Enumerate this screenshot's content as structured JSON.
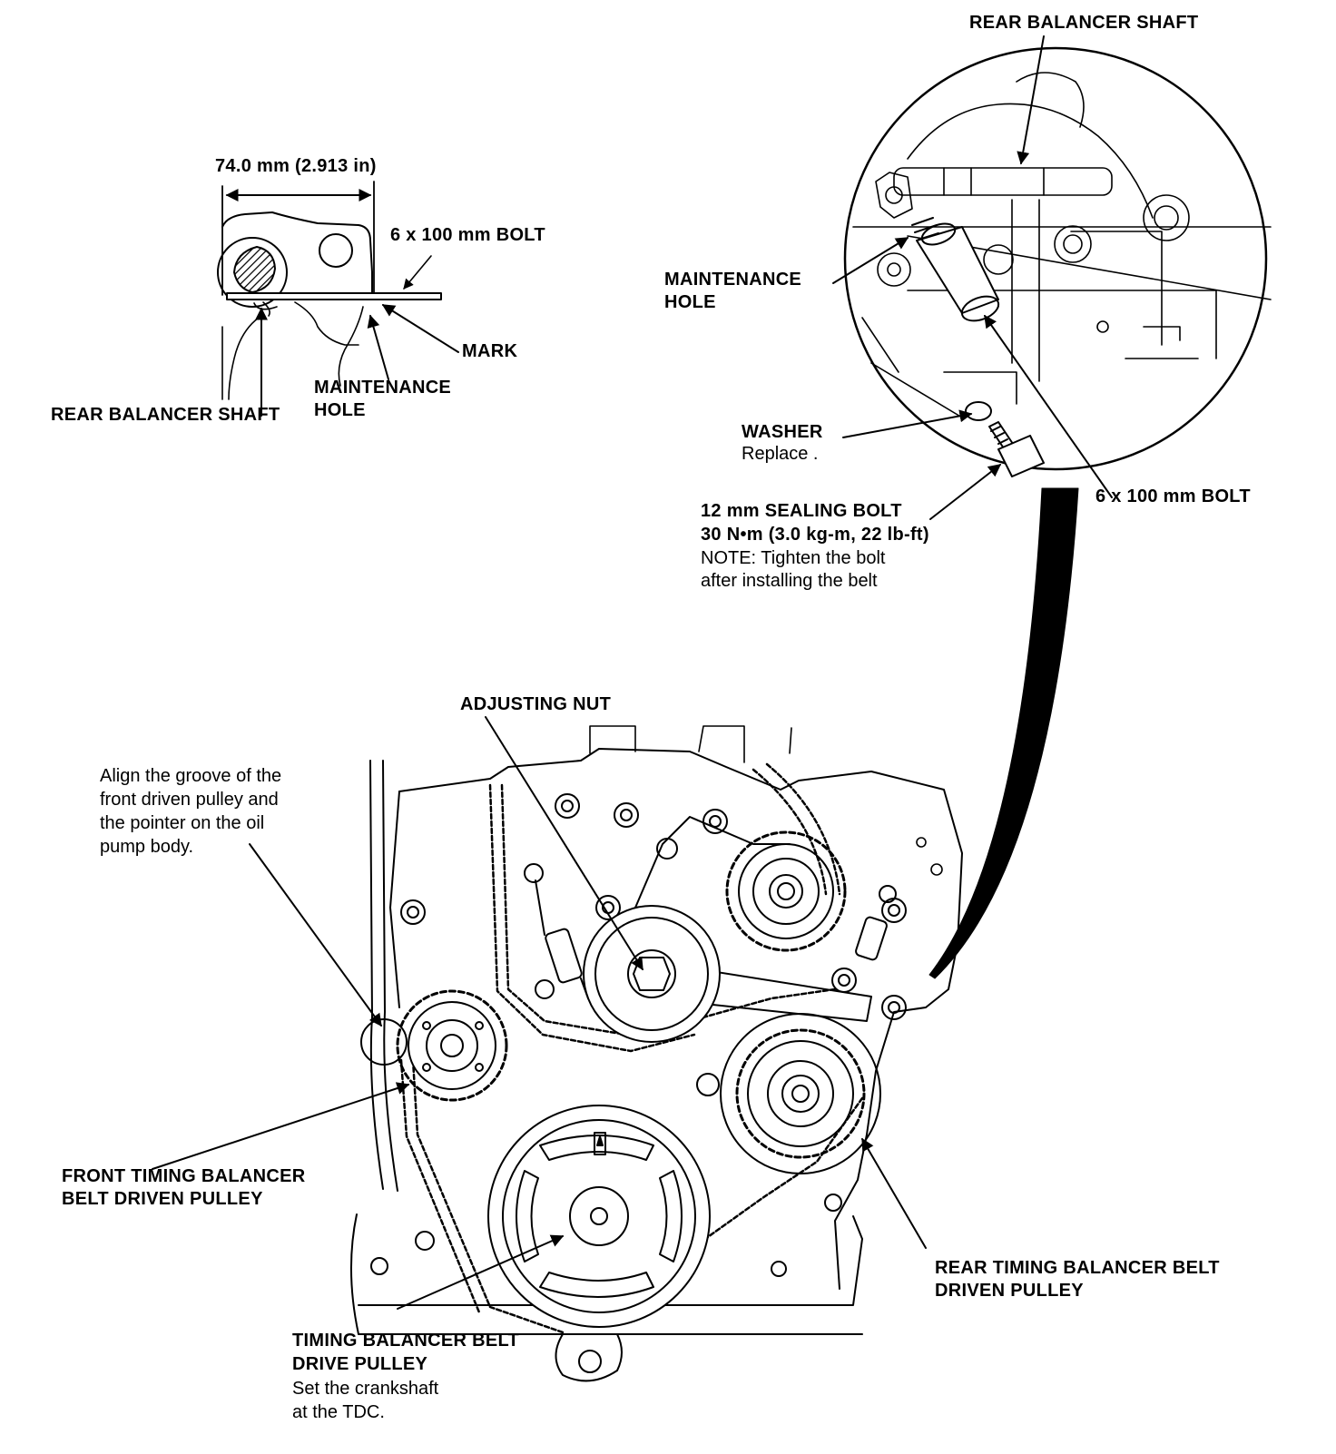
{
  "inset_top_left": {
    "dimension": "74.0 mm (2.913 in)",
    "bolt": "6  x 100 mm BOLT",
    "mark": "MARK",
    "maintenance_hole": [
      "MAINTENANCE",
      "HOLE"
    ],
    "rear_balancer_shaft": "REAR BALANCER SHAFT"
  },
  "detail_circle": {
    "rear_balancer_shaft": "REAR BALANCER SHAFT",
    "maintenance_hole": [
      "MAINTENANCE",
      "HOLE"
    ],
    "washer": "WASHER",
    "washer_note": "Replace .",
    "bolt": "6 x 100 mm BOLT",
    "sealing_bolt": "12 mm SEALING BOLT",
    "sealing_torque": "30 N•m (3.0 kg-m, 22 lb-ft)",
    "sealing_note": [
      "NOTE: Tighten the bolt",
      "after installing the belt"
    ]
  },
  "engine": {
    "adjusting_nut": "ADJUSTING NUT",
    "align_note": [
      "Align the groove of the",
      "front driven pulley and",
      "the pointer on the oil",
      "pump body."
    ],
    "front_pulley": [
      "FRONT TIMING BALANCER",
      "BELT DRIVEN PULLEY"
    ],
    "rear_pulley": [
      "REAR TIMING BALANCER BELT",
      "DRIVEN PULLEY"
    ],
    "drive_pulley": [
      "TIMING BALANCER BELT",
      "DRIVE PULLEY"
    ],
    "drive_note": [
      "Set the crankshaft",
      "at the TDC."
    ]
  }
}
